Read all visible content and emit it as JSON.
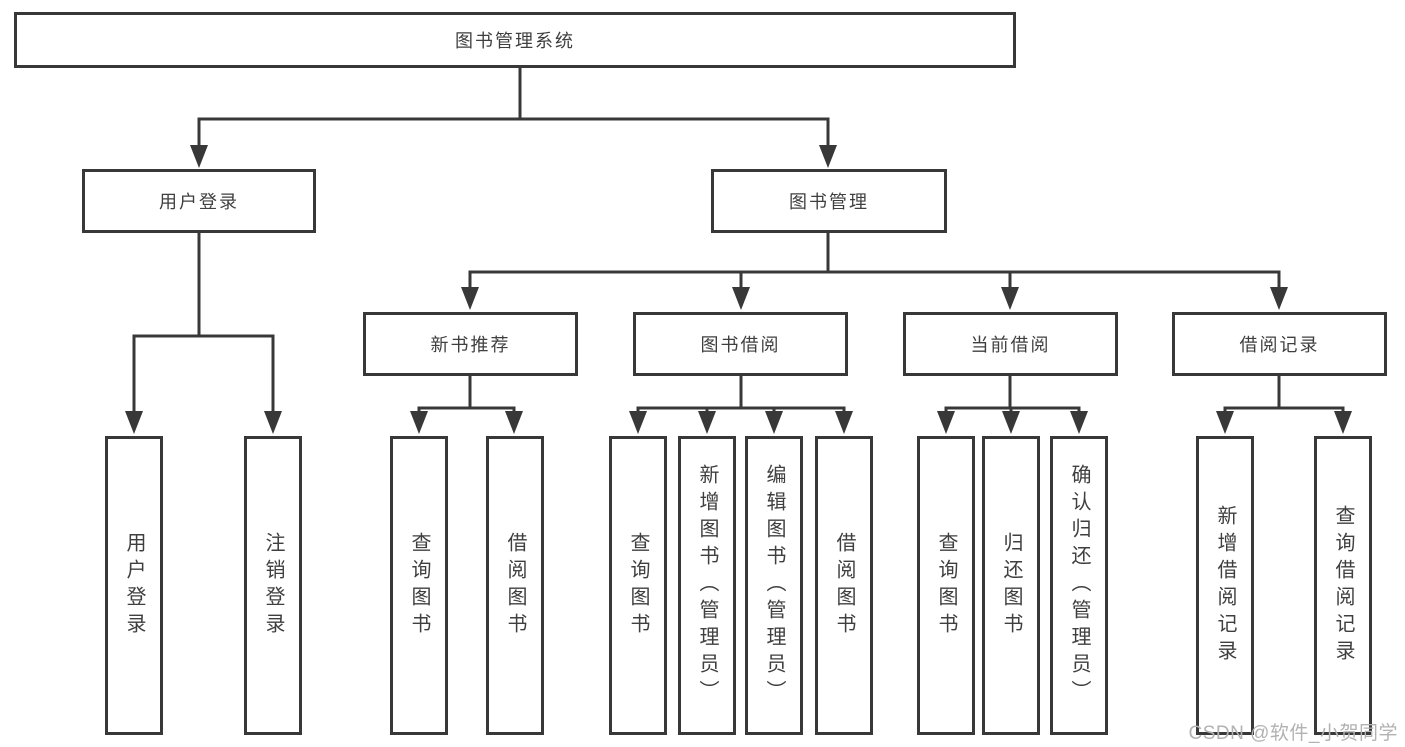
{
  "nodes": {
    "root": "图书管理系统",
    "user_login": "用户登录",
    "book_management": "图书管理",
    "new_book_recommend": "新书推荐",
    "book_borrow": "图书借阅",
    "current_borrow": "当前借阅",
    "borrow_record": "借阅记录",
    "leaf_user_login": "用户登录",
    "leaf_logout": "注销登录",
    "leaf_query_book_recommend": "查询图书",
    "leaf_borrow_book_recommend": "借阅图书",
    "leaf_query_book_borrow": "查询图书",
    "leaf_add_book_admin": "新增图书（管理员）",
    "leaf_edit_book_admin": "编辑图书（管理员）",
    "leaf_borrow_book_borrow": "借阅图书",
    "leaf_query_book_current": "查询图书",
    "leaf_return_book": "归还图书",
    "leaf_confirm_return_admin": "确认归还（管理员）",
    "leaf_add_borrow_record": "新增借阅记录",
    "leaf_query_borrow_record": "查询借阅记录"
  },
  "watermark": "CSDN @软件_小贺同学",
  "colors": {
    "line": "#383838",
    "box_border": "#383838",
    "text": "#3f3f3f",
    "watermark": "#b2b2b2",
    "background": "#ffffff"
  }
}
